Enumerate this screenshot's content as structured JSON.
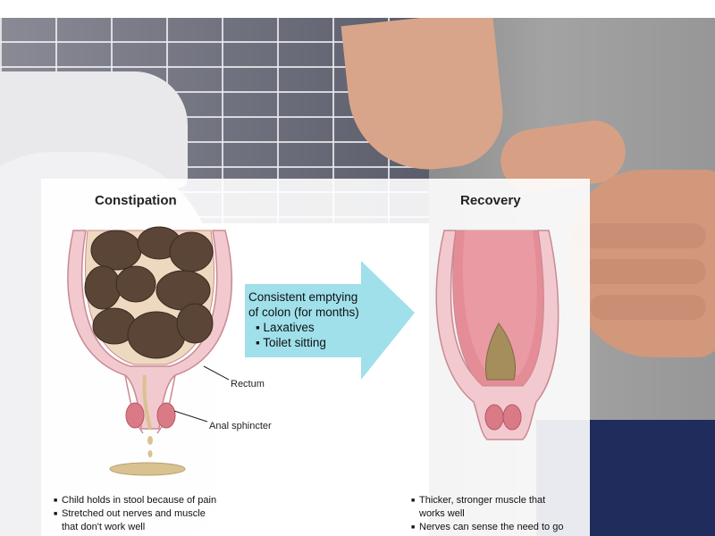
{
  "left_panel": {
    "title": "Constipation",
    "rectum_label": "Rectum",
    "sphincter_label": "Anal sphincter"
  },
  "right_panel": {
    "title": "Recovery"
  },
  "arrow": {
    "line1": "Consistent emptying",
    "line2": "of colon (for months)",
    "items": [
      "Laxatives",
      "Toilet sitting"
    ]
  },
  "left_bullets": [
    "Child holds in stool because of pain",
    "Stretched out nerves and muscle",
    "that don't work well"
  ],
  "right_bullets": [
    "Thicker, stronger muscle that",
    "works well",
    "Nerves can sense the need to go"
  ],
  "colors": {
    "arrow": "#9fe0ea",
    "tissue_pink": "#e8a9b0",
    "stool": "#5a4536",
    "healthy_stool": "#a58e5c",
    "shirt": "#9a9a9a",
    "jeans": "#1f2c5c"
  }
}
